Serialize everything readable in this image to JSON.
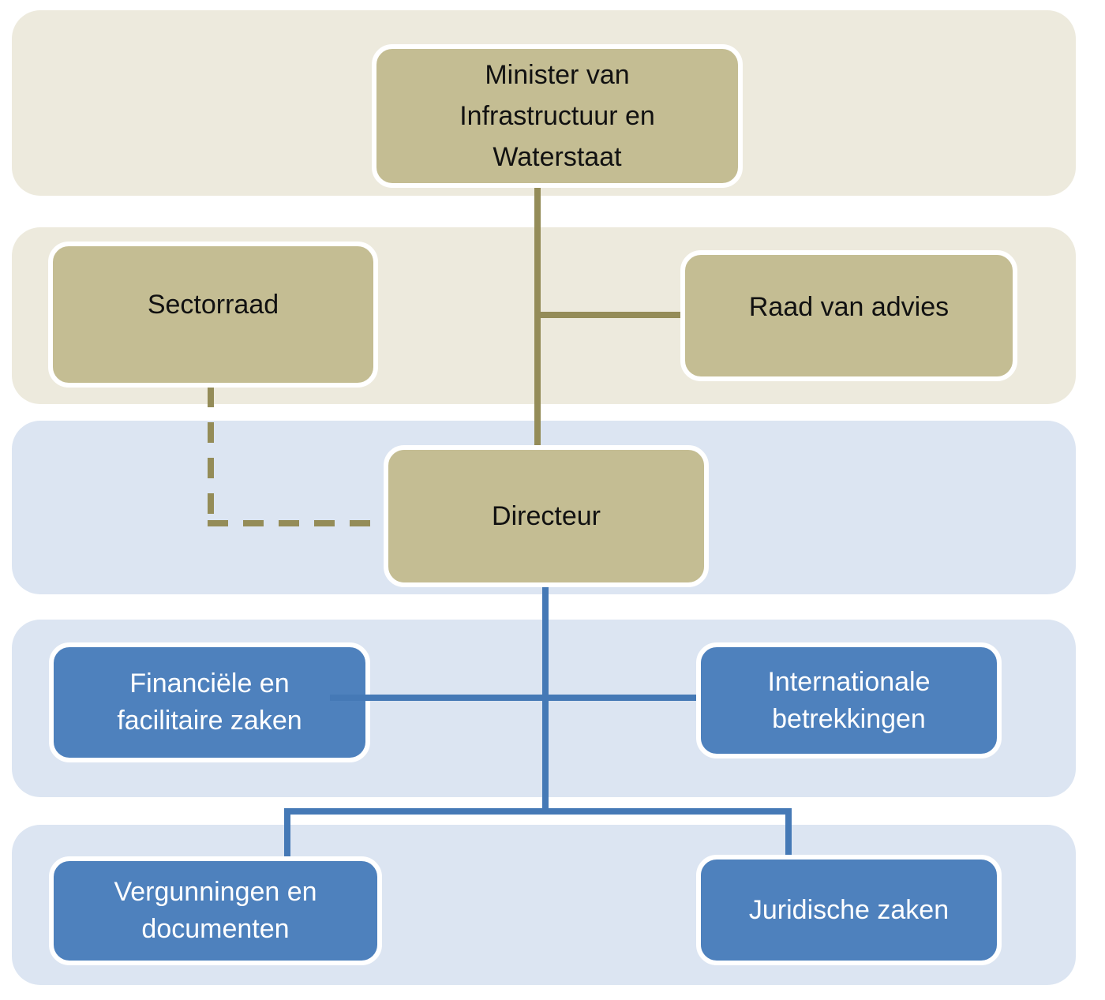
{
  "palette": {
    "beige-band": "#edeadd",
    "blue-band": "#dce5f2",
    "tan-box": "#c4bd93",
    "olive-line": "#948c58",
    "blue-box": "#4e81bd",
    "blue-line": "#4579b6",
    "box-border": "#ffffff",
    "text-dark": "#111111",
    "text-light": "#ffffff"
  },
  "chart": {
    "type": "org-chart",
    "nodes": {
      "minister": {
        "label": "Minister van\nInfrastructuur en\nWaterstaat",
        "style": "tan"
      },
      "sectorraad": {
        "label": "Sectorraad",
        "style": "tan"
      },
      "raad_van_advies": {
        "label": "Raad van advies",
        "style": "tan"
      },
      "directeur": {
        "label": "Directeur",
        "style": "tan"
      },
      "financiele": {
        "label": "Financiële en\nfacilitaire zaken",
        "style": "blue"
      },
      "internationale": {
        "label": "Internationale\nbetrekkingen",
        "style": "blue"
      },
      "vergunningen": {
        "label": "Vergunningen en\ndocumenten",
        "style": "blue"
      },
      "juridische": {
        "label": "Juridische zaken",
        "style": "blue"
      }
    },
    "edges": [
      {
        "from": "minister",
        "to": "directeur",
        "style": "solid",
        "color": "olive"
      },
      {
        "from": "minister",
        "to": "raad_van_advies",
        "style": "solid",
        "color": "olive"
      },
      {
        "from": "sectorraad",
        "to": "directeur",
        "style": "dashed",
        "color": "olive"
      },
      {
        "from": "directeur",
        "to": "financiele",
        "style": "solid",
        "color": "blue"
      },
      {
        "from": "directeur",
        "to": "internationale",
        "style": "solid",
        "color": "blue"
      },
      {
        "from": "directeur",
        "to": "vergunningen",
        "style": "solid",
        "color": "blue"
      },
      {
        "from": "directeur",
        "to": "juridische",
        "style": "solid",
        "color": "blue"
      }
    ]
  }
}
